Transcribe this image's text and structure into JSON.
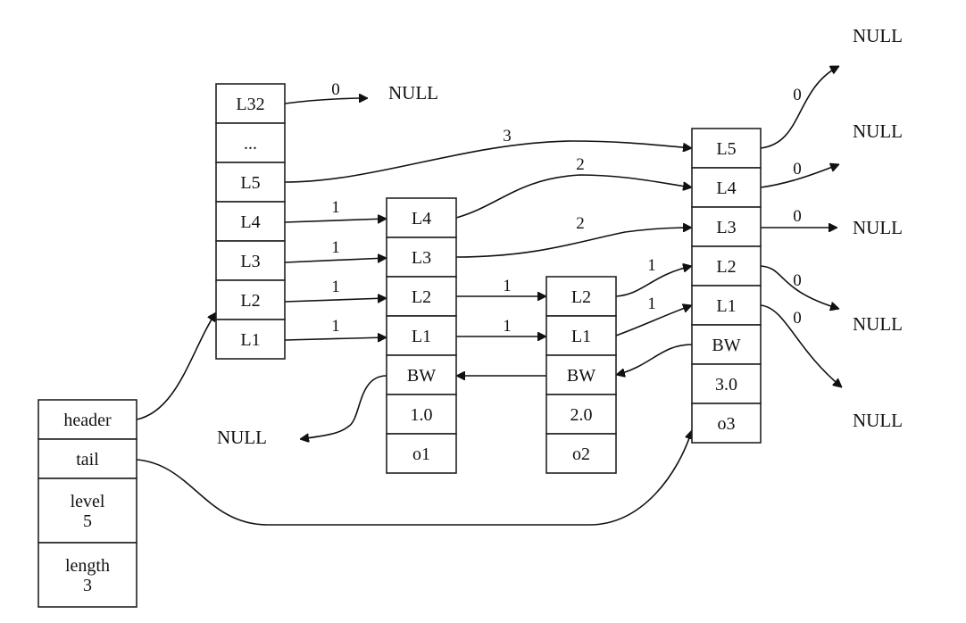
{
  "title": "Skip list structure",
  "list_header": {
    "fields": [
      {
        "id": "header",
        "lines": [
          "header"
        ]
      },
      {
        "id": "tail",
        "lines": [
          "tail"
        ]
      },
      {
        "id": "level",
        "lines": [
          "level",
          "5"
        ]
      },
      {
        "id": "length",
        "lines": [
          "length",
          "3"
        ]
      }
    ]
  },
  "nodes": [
    {
      "id": "head",
      "cells": [
        "L32",
        "...",
        "L5",
        "L4",
        "L3",
        "L2",
        "L1"
      ]
    },
    {
      "id": "o1",
      "cells": [
        "L4",
        "L3",
        "L2",
        "L1",
        "BW",
        "1.0",
        "o1"
      ]
    },
    {
      "id": "o2",
      "cells": [
        "L2",
        "L1",
        "BW",
        "2.0",
        "o2"
      ]
    },
    {
      "id": "o3",
      "cells": [
        "L5",
        "L4",
        "L3",
        "L2",
        "L1",
        "BW",
        "3.0",
        "o3"
      ]
    }
  ],
  "null_label": "NULL",
  "edges": [
    {
      "from": "header.header",
      "to": "head.L1",
      "label": ""
    },
    {
      "from": "header.tail",
      "to": "o3.o3",
      "label": ""
    },
    {
      "from": "head.L32",
      "to": "NULL",
      "label": "0"
    },
    {
      "from": "head.L5",
      "to": "o3.L5",
      "label": "3"
    },
    {
      "from": "head.L4",
      "to": "o1.L4",
      "label": "1"
    },
    {
      "from": "head.L3",
      "to": "o1.L3",
      "label": "1"
    },
    {
      "from": "head.L2",
      "to": "o1.L2",
      "label": "1"
    },
    {
      "from": "head.L1",
      "to": "o1.L1",
      "label": "1"
    },
    {
      "from": "o1.L4",
      "to": "o3.L4",
      "label": "2"
    },
    {
      "from": "o1.L3",
      "to": "o3.L3",
      "label": "2"
    },
    {
      "from": "o1.L2",
      "to": "o2.L2",
      "label": "1"
    },
    {
      "from": "o1.L1",
      "to": "o2.L1",
      "label": "1"
    },
    {
      "from": "o1.BW",
      "to": "NULL",
      "label": ""
    },
    {
      "from": "o2.L2",
      "to": "o3.L2",
      "label": "1"
    },
    {
      "from": "o2.L1",
      "to": "o3.L1",
      "label": "1"
    },
    {
      "from": "o2.BW",
      "to": "o1.BW",
      "label": ""
    },
    {
      "from": "o3.BW",
      "to": "o2.BW",
      "label": ""
    },
    {
      "from": "o3.L5",
      "to": "NULL",
      "label": "0"
    },
    {
      "from": "o3.L4",
      "to": "NULL",
      "label": "0"
    },
    {
      "from": "o3.L3",
      "to": "NULL",
      "label": "0"
    },
    {
      "from": "o3.L2",
      "to": "NULL",
      "label": "0"
    },
    {
      "from": "o3.L1",
      "to": "NULL",
      "label": "0"
    }
  ]
}
